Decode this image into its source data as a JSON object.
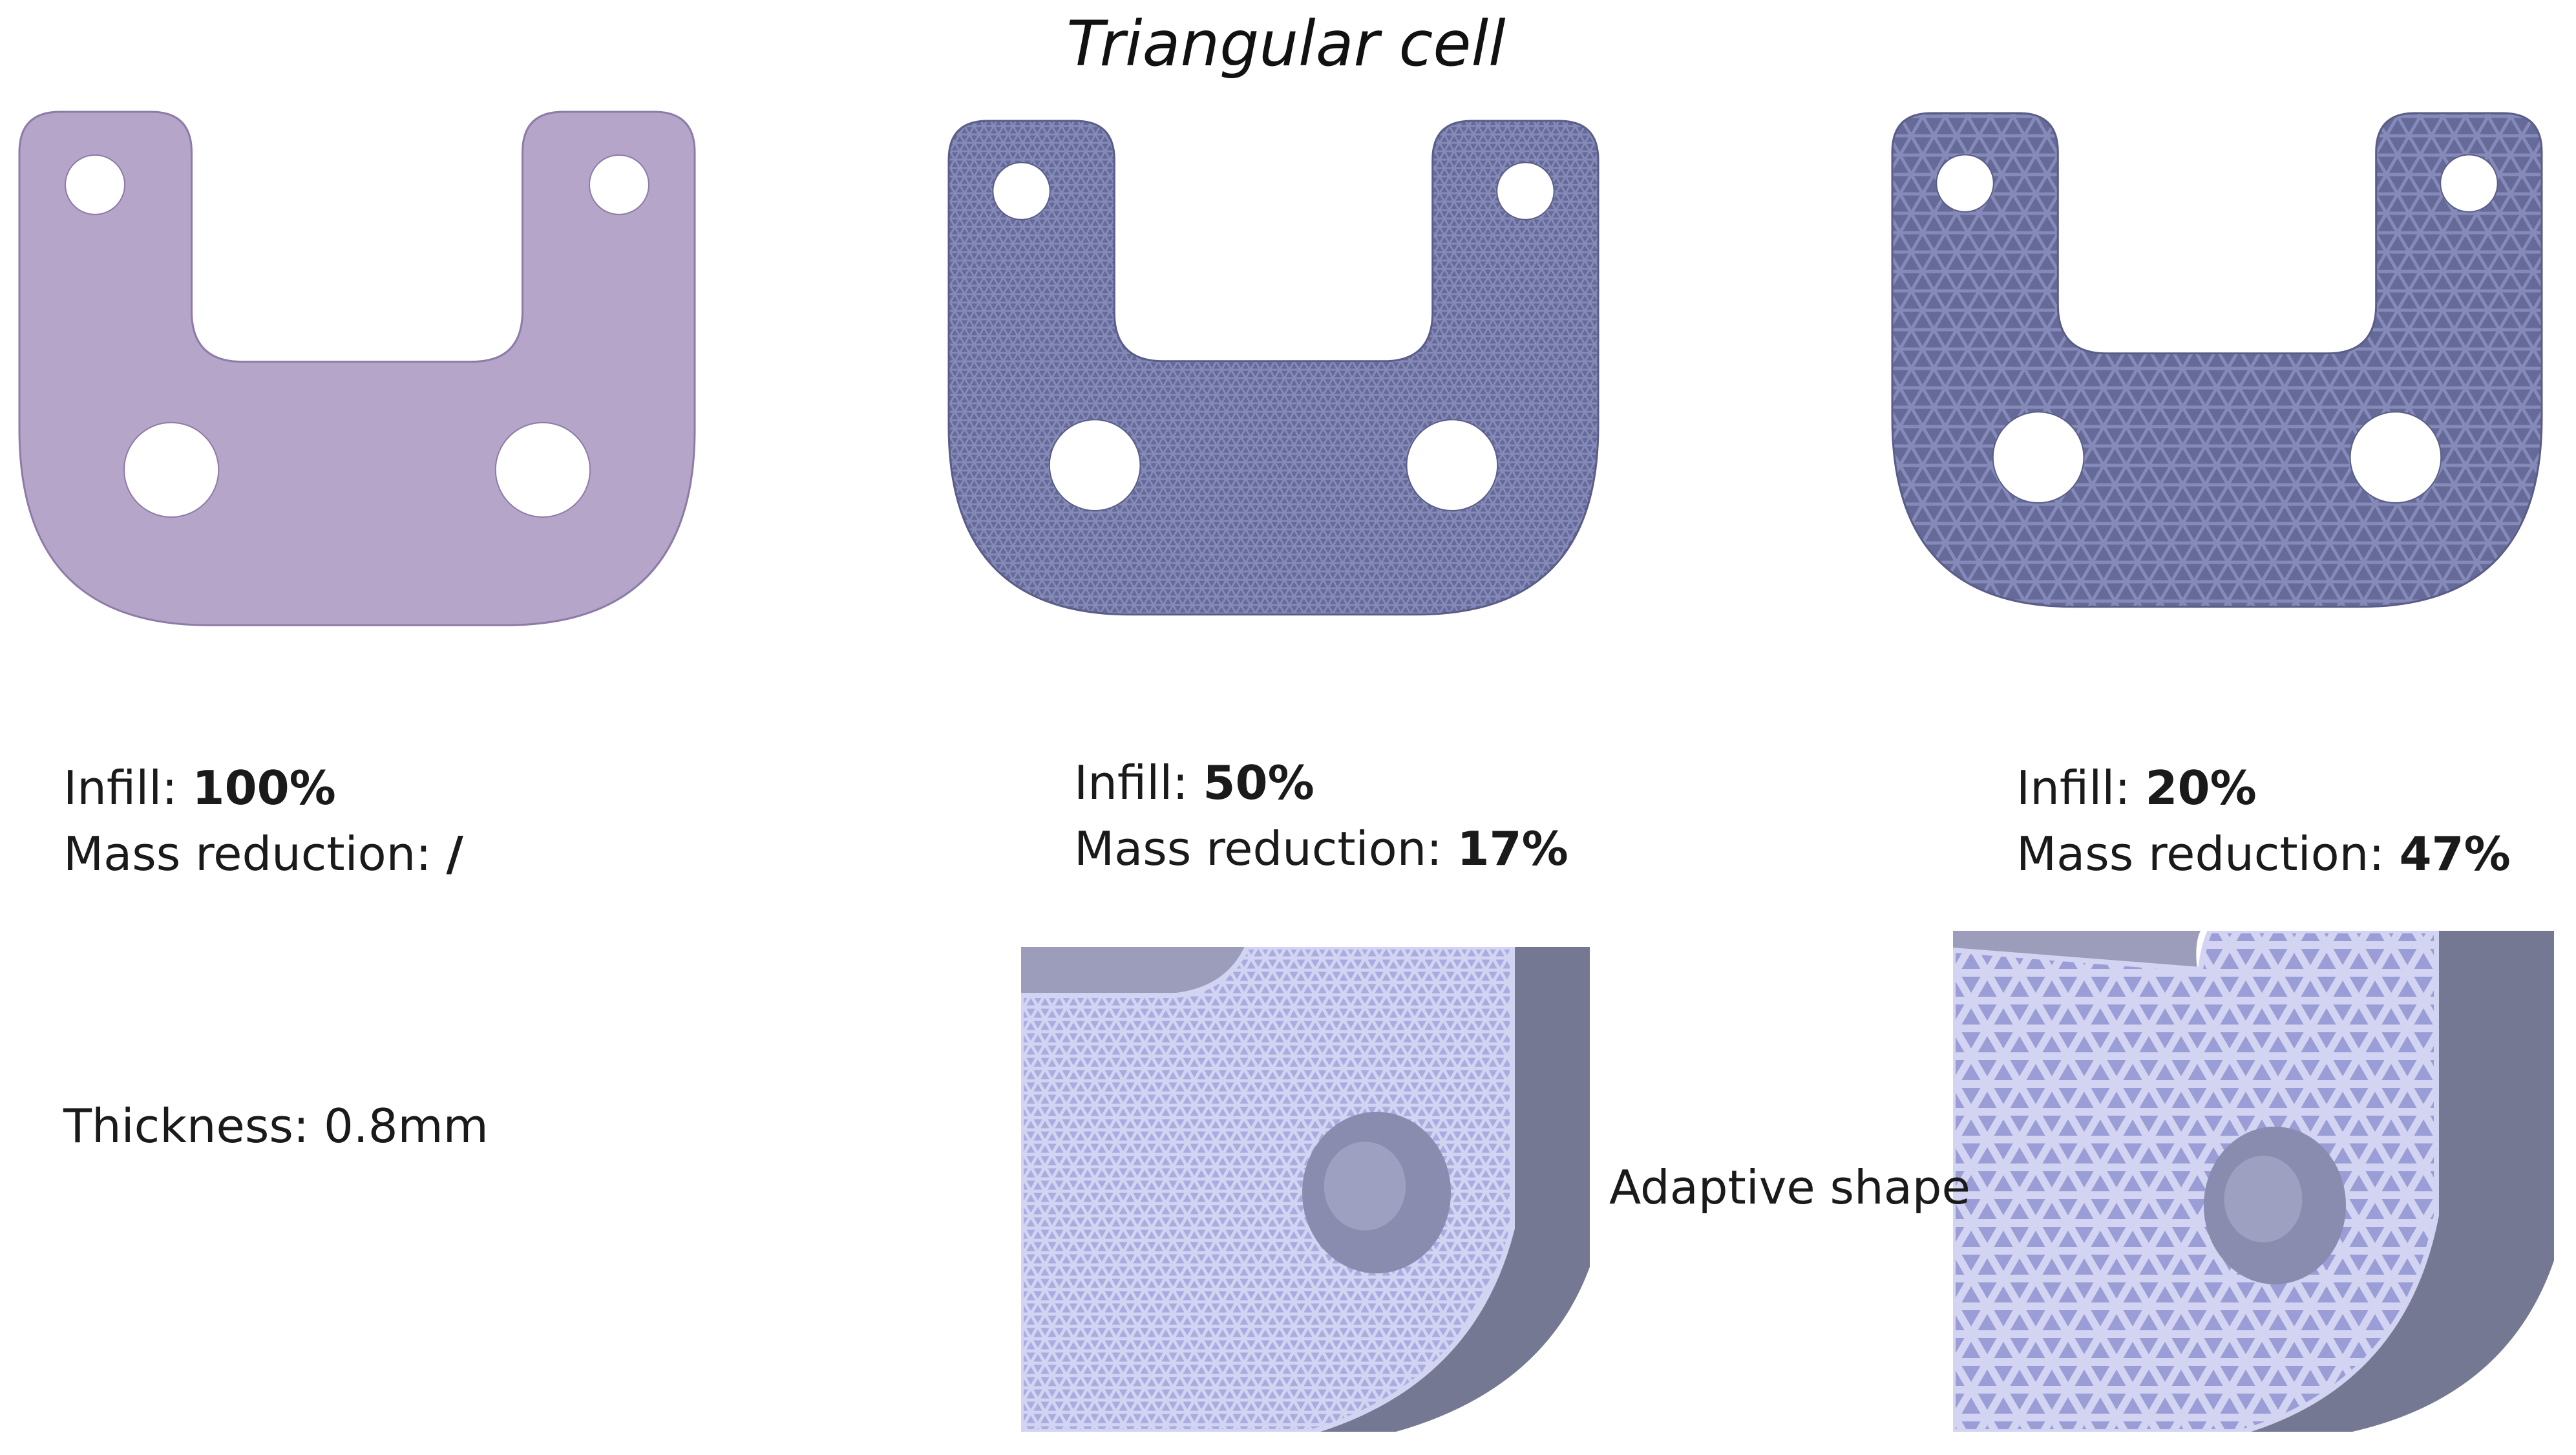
{
  "title": "Triangular cell",
  "colors": {
    "solid_fill": "#b4a5c9",
    "solid_stroke": "#8d7ba8",
    "lattice_base": "#666a98",
    "lattice_line": "#858ab8",
    "hole": "#ffffff",
    "detail_face": "#a9acdf",
    "detail_line": "#d2d4f2",
    "detail_side": "#757893",
    "detail_top": "#9b9dbb",
    "detail_hole": "#8a8caf"
  },
  "variants": [
    {
      "infill_label": "Infill: ",
      "infill_value": "100%",
      "mass_label": "Mass reduction: ",
      "mass_value": "/"
    },
    {
      "infill_label": "Infill: ",
      "infill_value": "50%",
      "mass_label": "Mass reduction: ",
      "mass_value": "17%"
    },
    {
      "infill_label": "Infill: ",
      "infill_value": "20%",
      "mass_label": "Mass reduction: ",
      "mass_value": "47%"
    }
  ],
  "thickness": "Thickness: 0.8mm",
  "adaptive_label": "Adaptive shape"
}
